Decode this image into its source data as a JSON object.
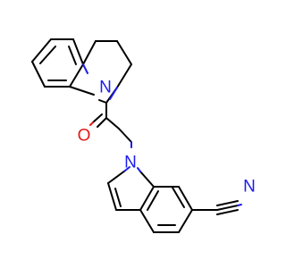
{
  "colors": {
    "bond": "#000000",
    "nitrogen": "#1c1cf0",
    "oxygen": "#e31a1a",
    "background": "#ffffff"
  },
  "atoms": {
    "n_tetrahydroquinoline": "N",
    "oxygen": "O",
    "n_indole": "N",
    "nitrile_n": "N"
  }
}
